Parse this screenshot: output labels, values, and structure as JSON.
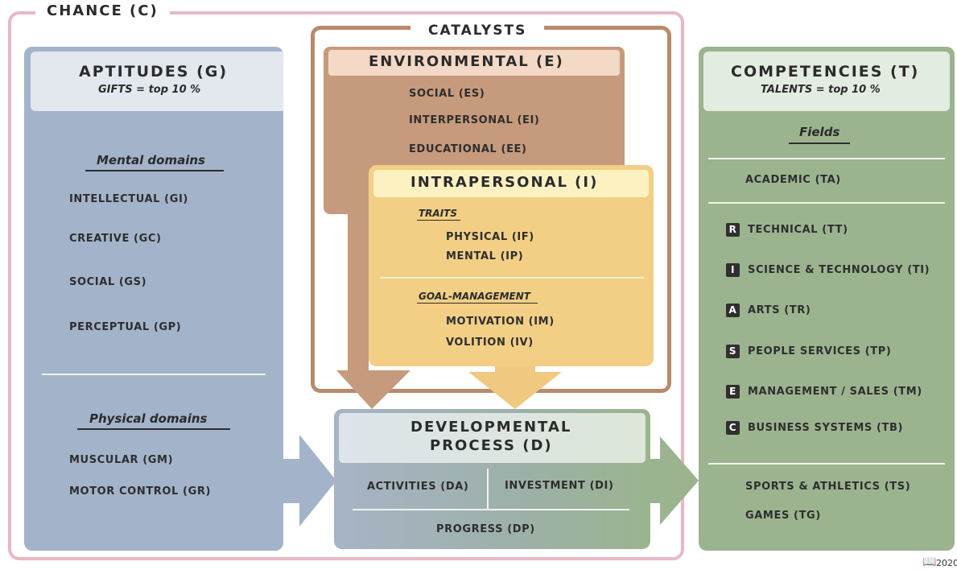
{
  "chance": {
    "title": "CHANCE (C)"
  },
  "catalysts": {
    "title": "CATALYSTS"
  },
  "aptitudes": {
    "title": "APTITUDES (G)",
    "subtitle": "GIFTS = top 10 %",
    "mental_heading": "Mental domains",
    "mental_items": [
      "INTELLECTUAL (GI)",
      "CREATIVE (GC)",
      "SOCIAL (GS)",
      "PERCEPTUAL (GP)"
    ],
    "physical_heading": "Physical domains",
    "physical_items": [
      "MUSCULAR (GM)",
      "MOTOR CONTROL (GR)"
    ]
  },
  "environmental": {
    "title": "ENVIRONMENTAL (E)",
    "items": [
      "SOCIAL (ES)",
      "INTERPERSONAL (EI)",
      "EDUCATIONAL (EE)"
    ]
  },
  "intrapersonal": {
    "title": "INTRAPERSONAL (I)",
    "traits_heading": "TRAITS",
    "traits_items": [
      "PHYSICAL (IF)",
      "MENTAL (IP)"
    ],
    "goal_heading": "GOAL-MANAGEMENT",
    "goal_items": [
      "MOTIVATION (IM)",
      "VOLITION (IV)"
    ]
  },
  "developmental": {
    "title_line1": "DEVELOPMENTAL",
    "title_line2": "PROCESS (D)",
    "activities": "ACTIVITIES (DA)",
    "investment": "INVESTMENT (DI)",
    "progress": "PROGRESS (DP)"
  },
  "competencies": {
    "title": "COMPETENCIES (T)",
    "subtitle": "TALENTS = top 10 %",
    "fields_heading": "Fields",
    "academic": "ACADEMIC (TA)",
    "riasec": [
      {
        "letter": "R",
        "label": "TECHNICAL (TT)"
      },
      {
        "letter": "I",
        "label": "SCIENCE & TECHNOLOGY (TI)"
      },
      {
        "letter": "A",
        "label": "ARTS (TR)"
      },
      {
        "letter": "S",
        "label": "PEOPLE SERVICES (TP)"
      },
      {
        "letter": "E",
        "label": "MANAGEMENT / SALES (TM)"
      },
      {
        "letter": "C",
        "label": "BUSINESS SYSTEMS (TB)"
      }
    ],
    "other_items": [
      "SPORTS & ATHLETICS (TS)",
      "GAMES (TG)"
    ]
  },
  "footer": {
    "year": "2020"
  },
  "colors": {
    "chance_border": "#e9b7c4",
    "catalysts_border": "#b98a6c",
    "aptitudes": "#a3b3ca",
    "environmental": "#c69a7c",
    "intrapersonal": "#f2cf85",
    "developmental": "#9fb0b5",
    "competencies": "#9bb48f"
  }
}
